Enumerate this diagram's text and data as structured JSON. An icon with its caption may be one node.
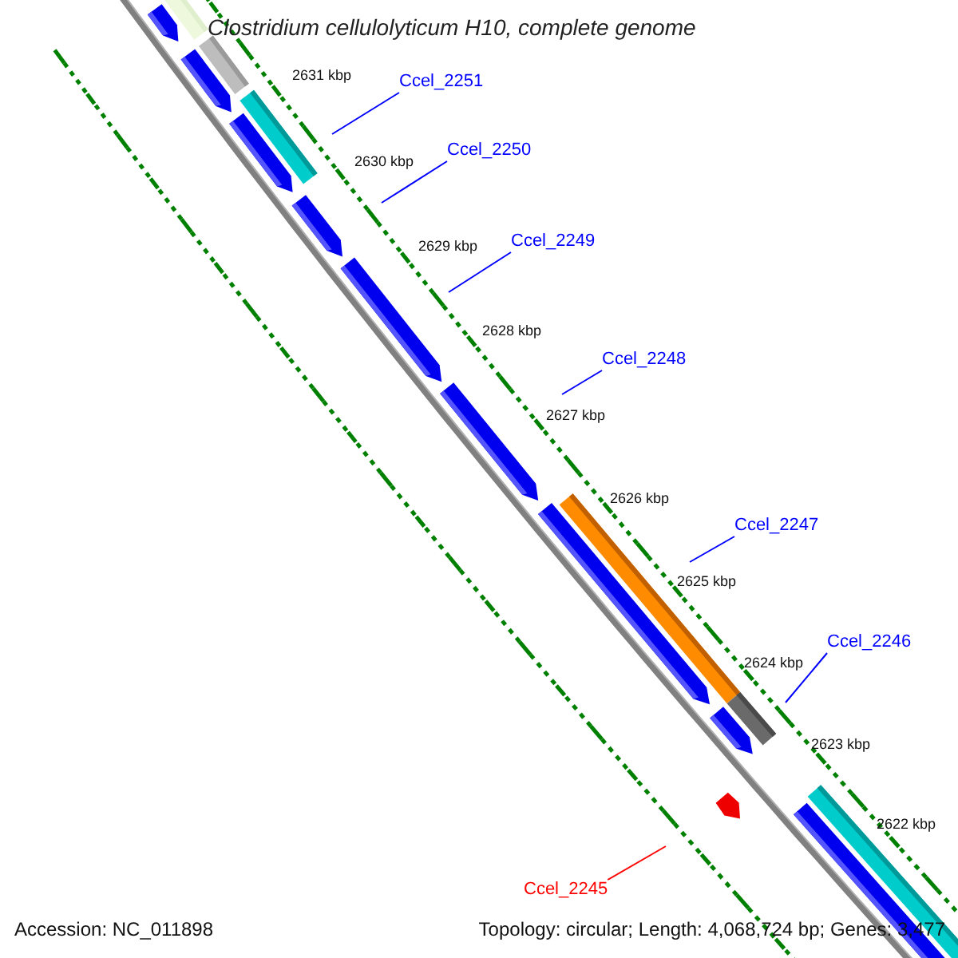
{
  "diagram": {
    "title": "Clostridium cellulolyticum H10, complete genome",
    "nodes": [
      {
        "text": [
          "Ccel_2251"
        ]
      },
      {
        "text": [
          "Ccel_2250"
        ]
      },
      {
        "text": [
          "Ccel_2249"
        ]
      },
      {
        "text": [
          "Ccel_2248"
        ]
      },
      {
        "text": [
          "Ccel_2247"
        ]
      },
      {
        "text": [
          "Ccel_2246"
        ]
      },
      {
        "text": [
          "Ccel_2245"
        ]
      }
    ],
    "edges": [
      {
        "from": 0,
        "to": null,
        "arrow": "none"
      },
      {
        "from": 1,
        "to": null,
        "arrow": "none"
      },
      {
        "from": 2,
        "to": null,
        "arrow": "none"
      },
      {
        "from": 3,
        "to": null,
        "arrow": "none"
      },
      {
        "from": 4,
        "to": null,
        "arrow": "none"
      },
      {
        "from": 5,
        "to": null,
        "arrow": "none"
      },
      {
        "from": 6,
        "to": null,
        "arrow": "none",
        "color": "#ff0000"
      }
    ],
    "labels": [
      "2631 kbp",
      "2630 kbp",
      "2629 kbp",
      "2628 kbp",
      "2627 kbp",
      "2626 kbp",
      "2625 kbp",
      "2624 kbp",
      "2623 kbp",
      "2622 kbp",
      "Accession: NC_011898",
      "Topology: circular; Length: 4,068,724 bp; Genes: 3,477"
    ]
  }
}
